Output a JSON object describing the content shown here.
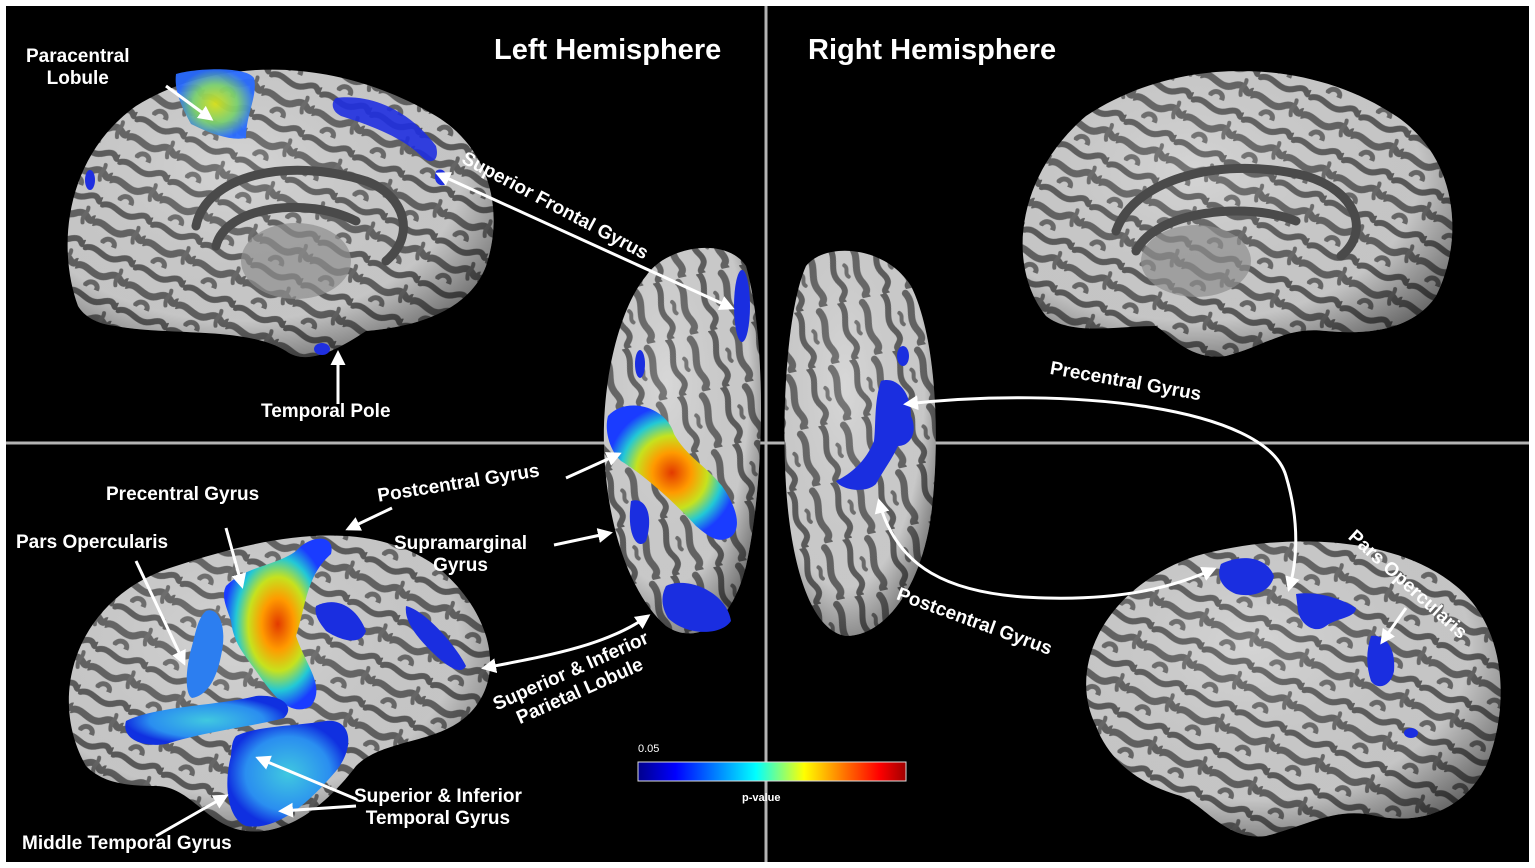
{
  "headings": {
    "left": "Left Hemisphere",
    "right": "Right Hemisphere"
  },
  "labels": {
    "paracentral_1": "Paracentral",
    "paracentral_2": "Lobule",
    "temporal_pole": "Temporal Pole",
    "superior_frontal": "Superior Frontal Gyrus",
    "postcentral_left": "Postcentral Gyrus",
    "precentral_left": "Precentral Gyrus",
    "pars_opercularis_left": "Pars Opercularis",
    "supramarginal_1": "Supramarginal",
    "supramarginal_2": "Gyrus",
    "sup_inf_parietal_1": "Superior & Inferior",
    "sup_inf_parietal_2": "Parietal Lobule",
    "sup_inf_temporal_1": "Superior & Inferior",
    "sup_inf_temporal_2": "Temporal Gyrus",
    "middle_temporal": "Middle Temporal Gyrus",
    "precentral_right": "Precentral Gyrus",
    "postcentral_right": "Postcentral Gyrus",
    "pars_opercularis_right": "Pars Opercularis"
  },
  "colorbar": {
    "min_label": "0.05",
    "title": "p-value",
    "colors": [
      "#00008c",
      "#0000ff",
      "#00aaff",
      "#00ffff",
      "#ffff00",
      "#ff6a00",
      "#ff0000",
      "#a00000"
    ]
  },
  "colors": {
    "background": "#000000",
    "divider": "#b4b4b4",
    "cortex_light": "#d4d4d4",
    "cortex_dark": "#5a5a5a"
  }
}
